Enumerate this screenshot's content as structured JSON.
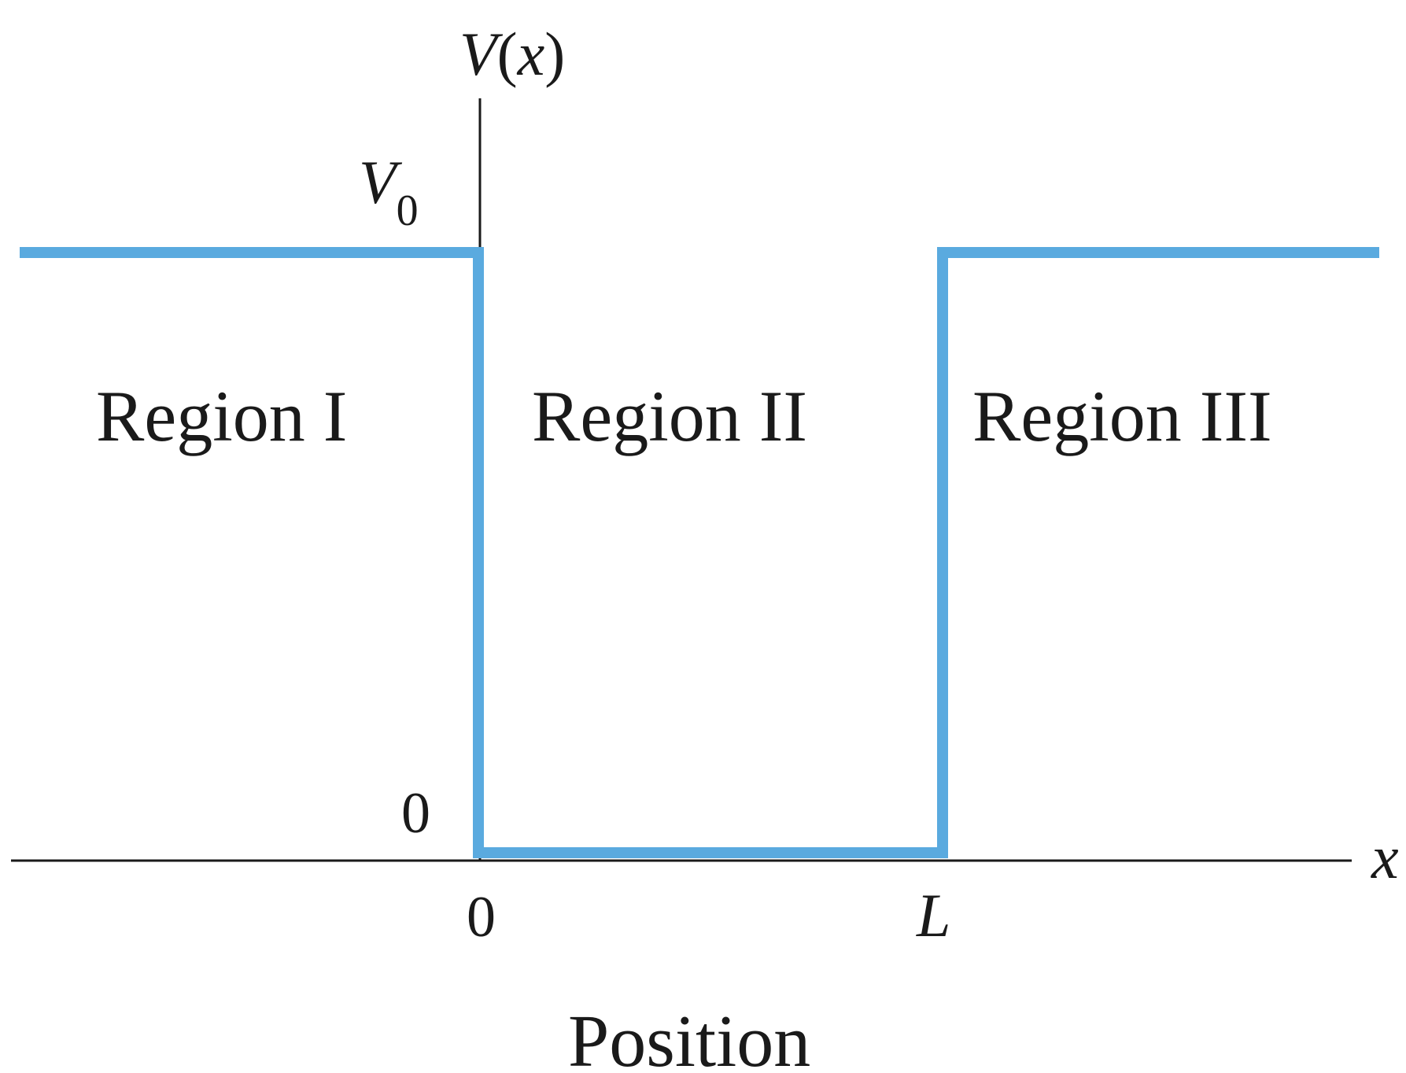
{
  "diagram": {
    "y_axis_label": {
      "prefix": "V",
      "paren_open": "(",
      "var": "x",
      "paren_close": ")"
    },
    "x_axis_label": "x",
    "level_high_label": {
      "base": "V",
      "subscript": "0"
    },
    "level_zero_label": "0",
    "x_tick_zero_label": "0",
    "x_tick_L_label": "L",
    "regions": [
      "Region I",
      "Region II",
      "Region III"
    ],
    "position_label": "Position",
    "colors": {
      "potential_line": "#5aaadf",
      "axis": "#1a1a1a",
      "text": "#1a1a1a",
      "background": "#ffffff"
    }
  }
}
